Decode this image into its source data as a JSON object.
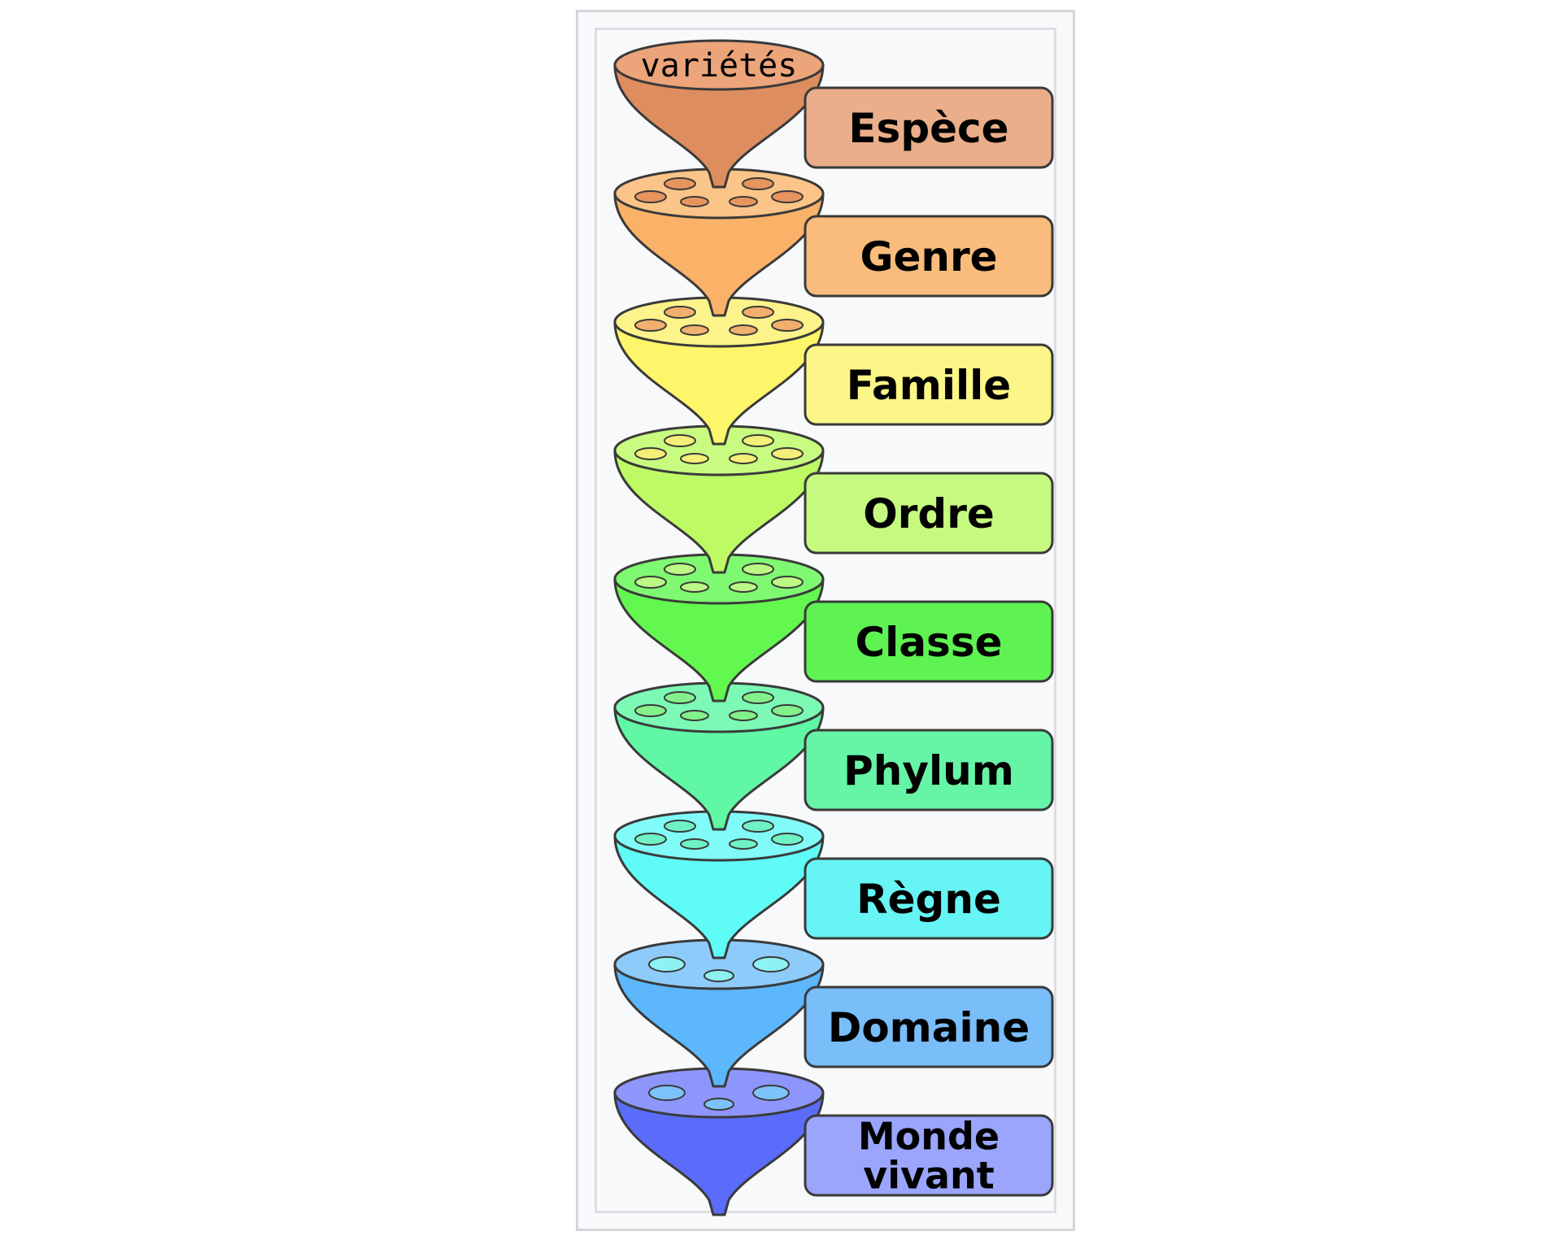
{
  "top_label": "variétés",
  "ranks": [
    {
      "lines": [
        "Espèce"
      ],
      "body": "#de8d5e",
      "rim": "#eca47a",
      "hole": "#f0b088",
      "box": "#eaae8a"
    },
    {
      "lines": [
        "Genre"
      ],
      "body": "#f9b267",
      "rim": "#fbc488",
      "hole": "#e7945f",
      "box": "#f9bc7c"
    },
    {
      "lines": [
        "Famille"
      ],
      "body": "#fdf66a",
      "rim": "#fcf38a",
      "hole": "#f1b06c",
      "box": "#fbf687"
    },
    {
      "lines": [
        "Ordre"
      ],
      "body": "#befa64",
      "rim": "#c8fb80",
      "hole": "#f4ef78",
      "box": "#c6f97f"
    },
    {
      "lines": [
        "Classe"
      ],
      "body": "#63f84f",
      "rim": "#7ff971",
      "hole": "#bbf884",
      "box": "#5ff253"
    },
    {
      "lines": [
        "Phylum"
      ],
      "body": "#60f8a4",
      "rim": "#7cfab5",
      "hole": "#84f08a",
      "box": "#66f4a6"
    },
    {
      "lines": [
        "Règne"
      ],
      "body": "#5ffbf7",
      "rim": "#80fbf8",
      "hole": "#70f3c4",
      "box": "#66f5f4"
    },
    {
      "lines": [
        "Domaine"
      ],
      "body": "#5cb7fc",
      "rim": "#8dcbfb",
      "hole": "#8ef2f2",
      "box": "#79bdf9"
    },
    {
      "lines": [
        "Monde",
        "vivant"
      ],
      "body": "#5a6cf9",
      "rim": "#8d96fb",
      "hole": "#7ec2fb",
      "box": "#9aa5fb"
    }
  ]
}
